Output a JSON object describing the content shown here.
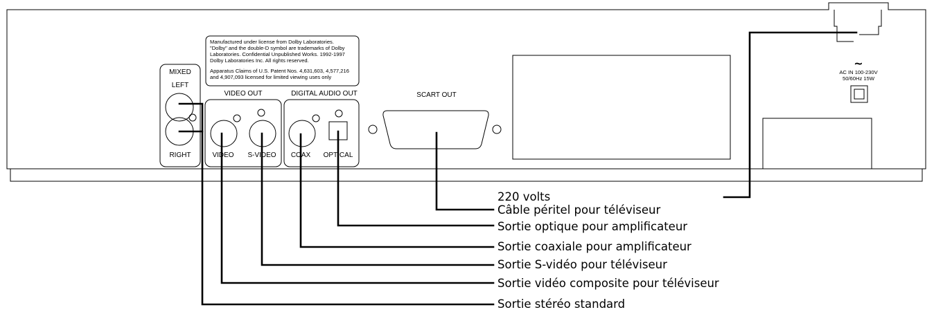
{
  "panel": {
    "license_lines": [
      "Manufactured under license from Dolby Laboratories.",
      "\"Dolby\" and the double-D symbol are trademarks of Dolby",
      "Laboratories. Confidential Unpublished Works. 1992-1997",
      "Dolby Laboratories Inc. All rights reserved.",
      "",
      "Apparatus Claims of U.S. Patent Nos. 4,631,603, 4,577,216",
      "and 4,907,093 licensed for limited viewing uses only"
    ],
    "mixed_label": "MIXED",
    "left_label": "LEFT",
    "right_label": "RIGHT",
    "video_out_label": "VIDEO OUT",
    "video_label": "VIDEO",
    "svideo_label": "S-VIDEO",
    "digital_audio_out_label": "DIGITAL AUDIO OUT",
    "coax_label": "COAX",
    "optical_label": "OPTICAL",
    "scart_out_label": "SCART OUT",
    "ac_symbol": "~",
    "ac_line1": "AC IN 100-230V",
    "ac_line2": "50/60Hz 15W"
  },
  "callouts": [
    "220 volts",
    "Câble péritel pour téléviseur",
    "Sortie optique pour amplificateur",
    "Sortie coaxiale pour amplificateur",
    "Sortie S-vidéo pour téléviseur",
    "Sortie vidéo composite pour téléviseur",
    "Sortie stéréo standard"
  ]
}
